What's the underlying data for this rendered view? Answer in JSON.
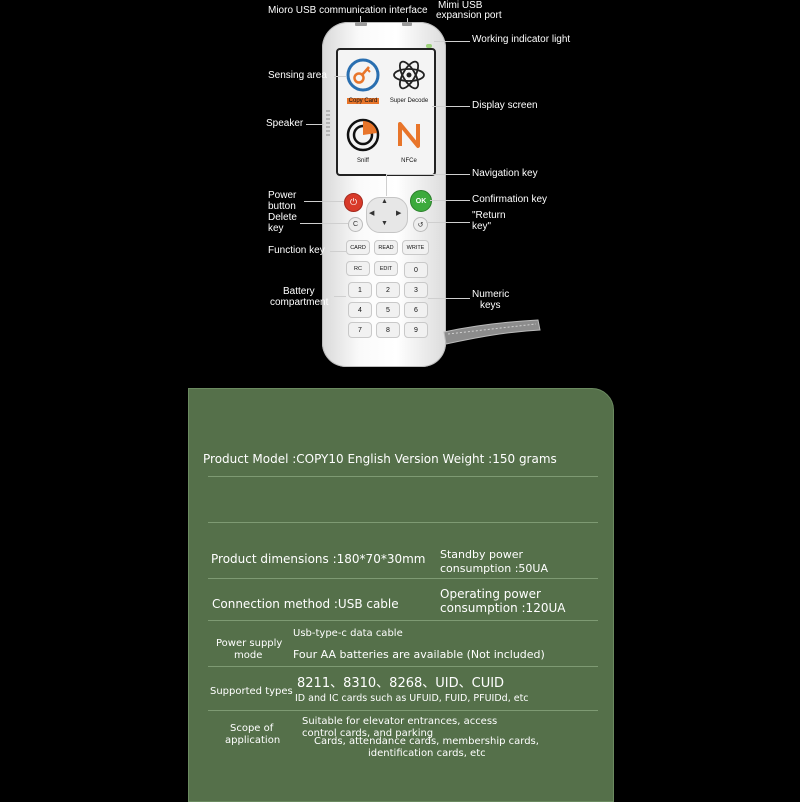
{
  "callouts": {
    "micro_usb": "Mioro USB communication interface",
    "mini_usb_1": "Mimi USB",
    "mini_usb_2": "expansion port",
    "working_light": "Working indicator light",
    "sensing_area": "Sensing area",
    "display_screen": "Display screen",
    "speaker": "Speaker",
    "navigation_key": "Navigation key",
    "power_button_1": "Power",
    "power_button_2": "button",
    "confirmation_key": "Confirmation key",
    "delete_key_1": "Delete",
    "delete_key_2": "key",
    "return_key_1": "\"Return",
    "return_key_2": "key\"",
    "function_key": "Function key",
    "battery_1": "Battery",
    "battery_2": "compartment",
    "numeric_keys_1": "Numeric",
    "numeric_keys_2": "keys"
  },
  "screen_apps": {
    "copy_card": "Copy Card",
    "super_decode": "Super Decode",
    "sniff": "Sniff",
    "nfce": "NFCe"
  },
  "device_keys": {
    "ok": "OK",
    "c": "C",
    "function_row1": [
      "CARD",
      "READ",
      "WRITE"
    ],
    "function_row2": [
      "RC",
      "EDIT"
    ],
    "digits": [
      "0",
      "1",
      "2",
      "3",
      "4",
      "5",
      "6",
      "7",
      "8",
      "9"
    ]
  },
  "colors": {
    "card_bg": "#55704a",
    "power_red": "#d83a2a",
    "ok_green": "#3caa3c",
    "accent_orange": "#e8752a",
    "icon_blue": "#2a6fb0"
  },
  "specs": {
    "model_weight": "Product Model :COPY10 English Version Weight :150 grams",
    "dimensions": "Product dimensions :180*70*30mm",
    "standby_1": "Standby power",
    "standby_2": "consumption :50UA",
    "connection": "Connection method :USB cable",
    "operating_1": "Operating power",
    "operating_2": "consumption :120UA",
    "power_mode_label_1": "Power supply",
    "power_mode_label_2": "mode",
    "power_mode_val_1": "Usb-type-c data cable",
    "power_mode_val_2": "Four AA batteries are available (Not included)",
    "supported_label": "Supported types",
    "supported_val_1": "8211、8310、8268、UID、CUID",
    "supported_val_2": "ID and IC cards such as UFUID, FUID, PFUIDd, etc",
    "scope_label_1": "Scope of",
    "scope_label_2": "application",
    "scope_val_1": "Suitable for elevator entrances, access",
    "scope_val_2": "control cards, and parking",
    "scope_val_3": "Cards, attendance cards, membership cards,",
    "scope_val_4": "identification cards, etc"
  }
}
